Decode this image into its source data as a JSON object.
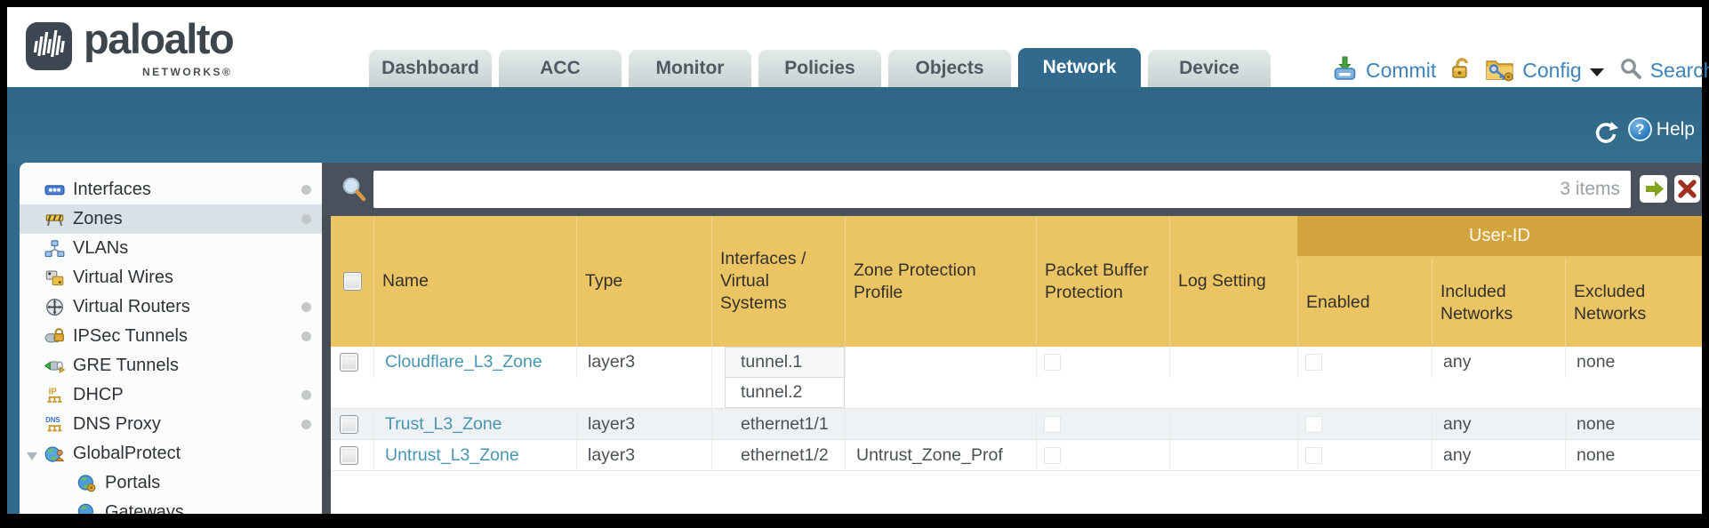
{
  "brand": {
    "name": "paloalto",
    "sub": "NETWORKS®"
  },
  "nav_tabs": [
    {
      "label": "Dashboard",
      "active": false
    },
    {
      "label": "ACC",
      "active": false
    },
    {
      "label": "Monitor",
      "active": false
    },
    {
      "label": "Policies",
      "active": false
    },
    {
      "label": "Objects",
      "active": false
    },
    {
      "label": "Network",
      "active": true
    },
    {
      "label": "Device",
      "active": false
    }
  ],
  "header_actions": {
    "commit_label": "Commit",
    "config_label": "Config",
    "search_label": "Search",
    "icons": [
      "commit-icon",
      "lock-icon",
      "config-icon",
      "caret-down-icon",
      "search-icon"
    ]
  },
  "band": {
    "help_label": "Help",
    "icons": [
      "refresh-icon",
      "help-icon"
    ]
  },
  "sidebar": {
    "items": [
      {
        "label": "Interfaces",
        "icon": "interfaces-icon",
        "selected": false,
        "status_dot": true
      },
      {
        "label": "Zones",
        "icon": "zones-icon",
        "selected": true,
        "status_dot": true
      },
      {
        "label": "VLANs",
        "icon": "vlans-icon",
        "selected": false,
        "status_dot": false
      },
      {
        "label": "Virtual Wires",
        "icon": "virtual-wires-icon",
        "selected": false,
        "status_dot": false
      },
      {
        "label": "Virtual Routers",
        "icon": "virtual-routers-icon",
        "selected": false,
        "status_dot": true
      },
      {
        "label": "IPSec Tunnels",
        "icon": "ipsec-tunnels-icon",
        "selected": false,
        "status_dot": true
      },
      {
        "label": "GRE Tunnels",
        "icon": "gre-tunnels-icon",
        "selected": false,
        "status_dot": false
      },
      {
        "label": "DHCP",
        "icon": "dhcp-icon",
        "selected": false,
        "status_dot": true
      },
      {
        "label": "DNS Proxy",
        "icon": "dns-proxy-icon",
        "selected": false,
        "status_dot": true
      },
      {
        "label": "GlobalProtect",
        "icon": "globalprotect-icon",
        "selected": false,
        "status_dot": false,
        "expanded": true
      },
      {
        "label": "Portals",
        "icon": "portals-icon",
        "selected": false,
        "status_dot": false,
        "indent": true
      },
      {
        "label": "Gateways",
        "icon": "gateways-icon",
        "selected": false,
        "status_dot": false,
        "indent": true
      }
    ]
  },
  "filter_bar": {
    "value": "",
    "count_label": "3 items"
  },
  "zones_table": {
    "group_header": "User-ID",
    "columns": [
      "Name",
      "Type",
      "Interfaces / Virtual Systems",
      "Zone Protection Profile",
      "Packet Buffer Protection",
      "Log Setting",
      "Enabled",
      "Included Networks",
      "Excluded Networks"
    ],
    "rows": [
      {
        "name": "Cloudflare_L3_Zone",
        "type": "layer3",
        "interfaces": [
          "tunnel.1",
          "tunnel.2"
        ],
        "zone_protection_profile": "",
        "packet_buffer_protection": false,
        "log_setting": "",
        "user_id_enabled": false,
        "included_networks": "any",
        "excluded_networks": "none"
      },
      {
        "name": "Trust_L3_Zone",
        "type": "layer3",
        "interfaces": [
          "ethernet1/1"
        ],
        "zone_protection_profile": "",
        "packet_buffer_protection": false,
        "log_setting": "",
        "user_id_enabled": false,
        "included_networks": "any",
        "excluded_networks": "none"
      },
      {
        "name": "Untrust_L3_Zone",
        "type": "layer3",
        "interfaces": [
          "ethernet1/2"
        ],
        "zone_protection_profile": "Untrust_Zone_Prof",
        "packet_buffer_protection": false,
        "log_setting": "",
        "user_id_enabled": false,
        "included_networks": "any",
        "excluded_networks": "none"
      }
    ]
  },
  "colors": {
    "accent_teal": "#316a8c",
    "table_header_gold": "#ebc463",
    "user_id_band_gold": "#d2a53e",
    "link_blue": "#4795b3",
    "action_blue": "#3e83ba",
    "filter_strip_gray": "#49525c"
  }
}
